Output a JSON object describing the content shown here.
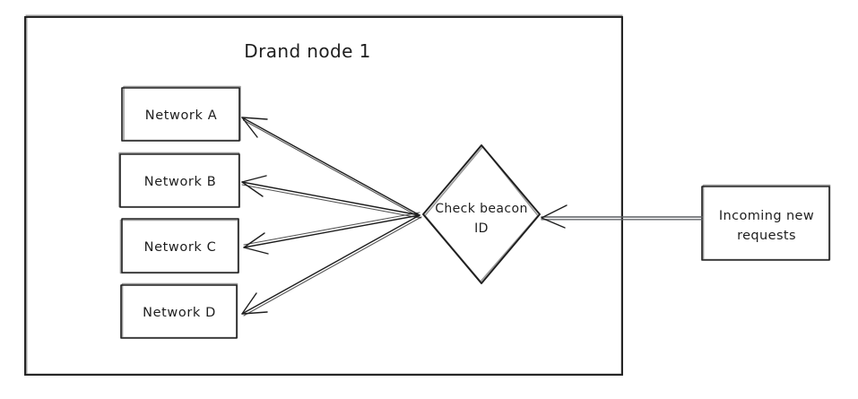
{
  "diagram": {
    "title": "Drand node 1",
    "networks": [
      {
        "label": "Network A"
      },
      {
        "label": "Network B"
      },
      {
        "label": "Network C"
      },
      {
        "label": "Network D"
      }
    ],
    "decision": {
      "line1": "Check beacon",
      "line2": "ID"
    },
    "incoming": {
      "line1": "Incoming new",
      "line2": "requests"
    },
    "colors": {
      "shape_stroke": "#1e1e1e",
      "text": "#1e1e1e",
      "container_hatch": "#dde0e4",
      "network_hatch": "#e03131",
      "decision_hatch": "#4263eb",
      "incoming_hatch": "#82c91e",
      "arrow": "#1e1e1e",
      "incoming_arrow_line": "#5a5d61",
      "background": "#ffffff"
    }
  }
}
